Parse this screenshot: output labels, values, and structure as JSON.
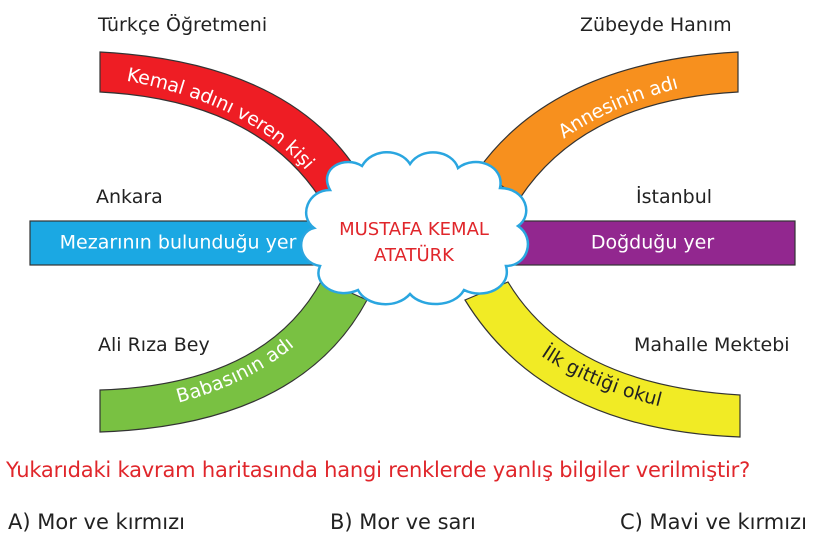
{
  "center": {
    "line1": "MUSTAFA KEMAL",
    "line2": "ATATÜRK",
    "text_color": "#e0262b"
  },
  "branches": [
    {
      "id": "red",
      "label": "Türkçe Öğretmeni",
      "band_text": "Kemal adını veren kişi",
      "color": "#ee1d24"
    },
    {
      "id": "orange",
      "label": "Zübeyde Hanım",
      "band_text": "Annesinin adı",
      "color": "#f7901e"
    },
    {
      "id": "blue",
      "label": "Ankara",
      "band_text": "Mezarının bulunduğu yer",
      "color": "#1ba8e3"
    },
    {
      "id": "purple",
      "label": "İstanbul",
      "band_text": "Doğduğu yer",
      "color": "#92278f"
    },
    {
      "id": "green",
      "label": "Ali Rıza Bey",
      "band_text": "Babasının adı",
      "color": "#79c142"
    },
    {
      "id": "yellow",
      "label": "Mahalle Mektebi",
      "band_text": "İlk gittiği okul",
      "color": "#f1eb25"
    }
  ],
  "question": "Yukarıdaki kavram haritasında hangi renklerde yanlış bilgiler verilmiştir?",
  "options": [
    {
      "letter": "A)",
      "text": "Mor ve kırmızı"
    },
    {
      "letter": "B)",
      "text": "Mor ve sarı"
    },
    {
      "letter": "C)",
      "text": "Mavi ve kırmızı"
    }
  ]
}
